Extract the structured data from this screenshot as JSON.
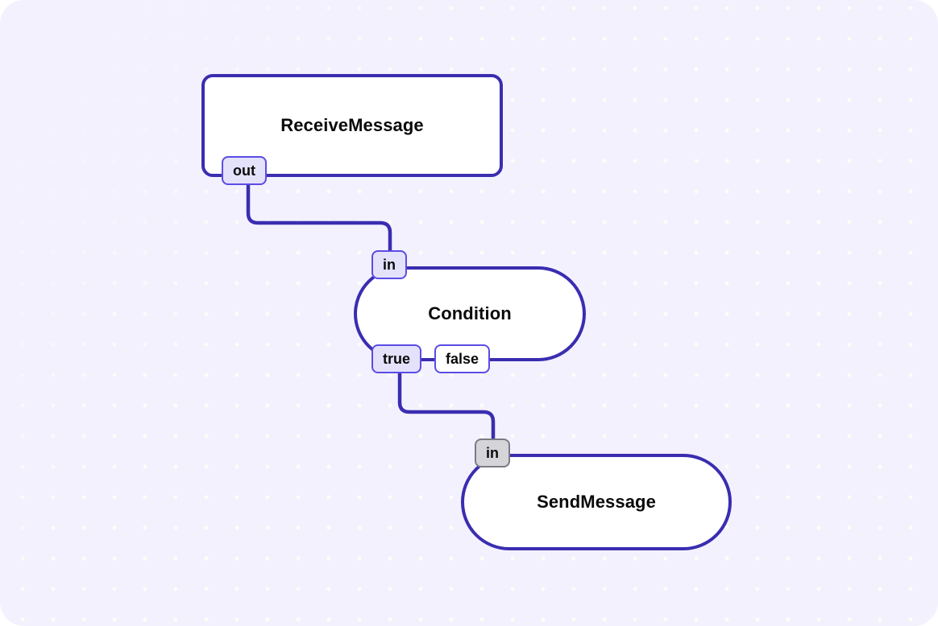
{
  "canvas": {
    "background_color": "#f3f1fe",
    "grid_dot_color": "#fdfdf8",
    "corner_radius": "30px"
  },
  "theme": {
    "node_border_color": "#3a2db0",
    "node_fill_color": "#ffffff",
    "port_border_color": "#5b4ce4",
    "port_fill_color": "#e4e1fb",
    "port_fill_white": "#ffffff",
    "port_gray_fill": "#d5d5d9",
    "port_gray_border": "#7b7b85",
    "edge_color": "#3a2db0",
    "text_color": "#0a0a0a"
  },
  "graph": {
    "nodes": [
      {
        "id": "receive-message",
        "title": "ReceiveMessage",
        "shape": "rounded-rect",
        "ports": [
          {
            "id": "receive-out",
            "label": "out",
            "side": "bottom-left",
            "style": "filled"
          }
        ]
      },
      {
        "id": "condition",
        "title": "Condition",
        "shape": "pill",
        "ports": [
          {
            "id": "condition-in",
            "label": "in",
            "side": "top-left",
            "style": "filled"
          },
          {
            "id": "condition-true",
            "label": "true",
            "side": "bottom-left",
            "style": "filled"
          },
          {
            "id": "condition-false",
            "label": "false",
            "side": "bottom-left",
            "style": "white"
          }
        ]
      },
      {
        "id": "send-message",
        "title": "SendMessage",
        "shape": "pill",
        "ports": [
          {
            "id": "send-in",
            "label": "in",
            "side": "top-left",
            "style": "gray"
          }
        ]
      }
    ],
    "edges": [
      {
        "id": "edge-out-to-in",
        "from": "receive-out",
        "to": "condition-in"
      },
      {
        "id": "edge-true-to-in",
        "from": "condition-true",
        "to": "send-in"
      }
    ]
  }
}
